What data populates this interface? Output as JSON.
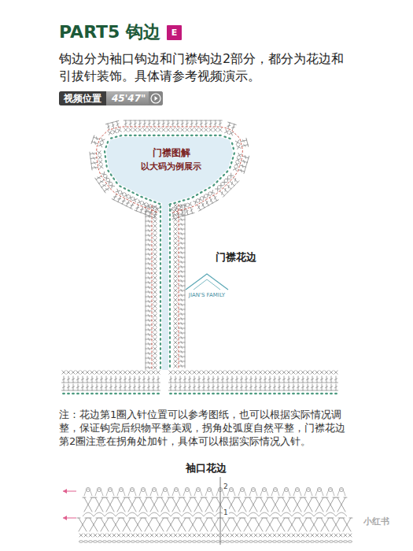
{
  "diagram": {
    "title": "PART5 钩边",
    "nodes": [
      {
        "text": [
          "E"
        ]
      },
      {
        "text": [
          "视频位置",
          "45'47\""
        ]
      }
    ],
    "labels": [
      "钩边分为袖口钩边和门襟钩边2部分，都分为花边和引拔针装饰。具体请参考视频演示。",
      "门襟图解",
      "以大码为例展示",
      "门襟花边",
      "JIAN'S FAMILY",
      "注：花边第1圈入针位置可以参考图纸，也可以根据实际情况调整，保证钩完后织物平整美观，拐角处弧度自然平整，门襟花边第2圈注意在拐角处加针，具体可以根据实际情况入针。",
      "袖口花边",
      "2",
      "1",
      "小红书"
    ]
  }
}
